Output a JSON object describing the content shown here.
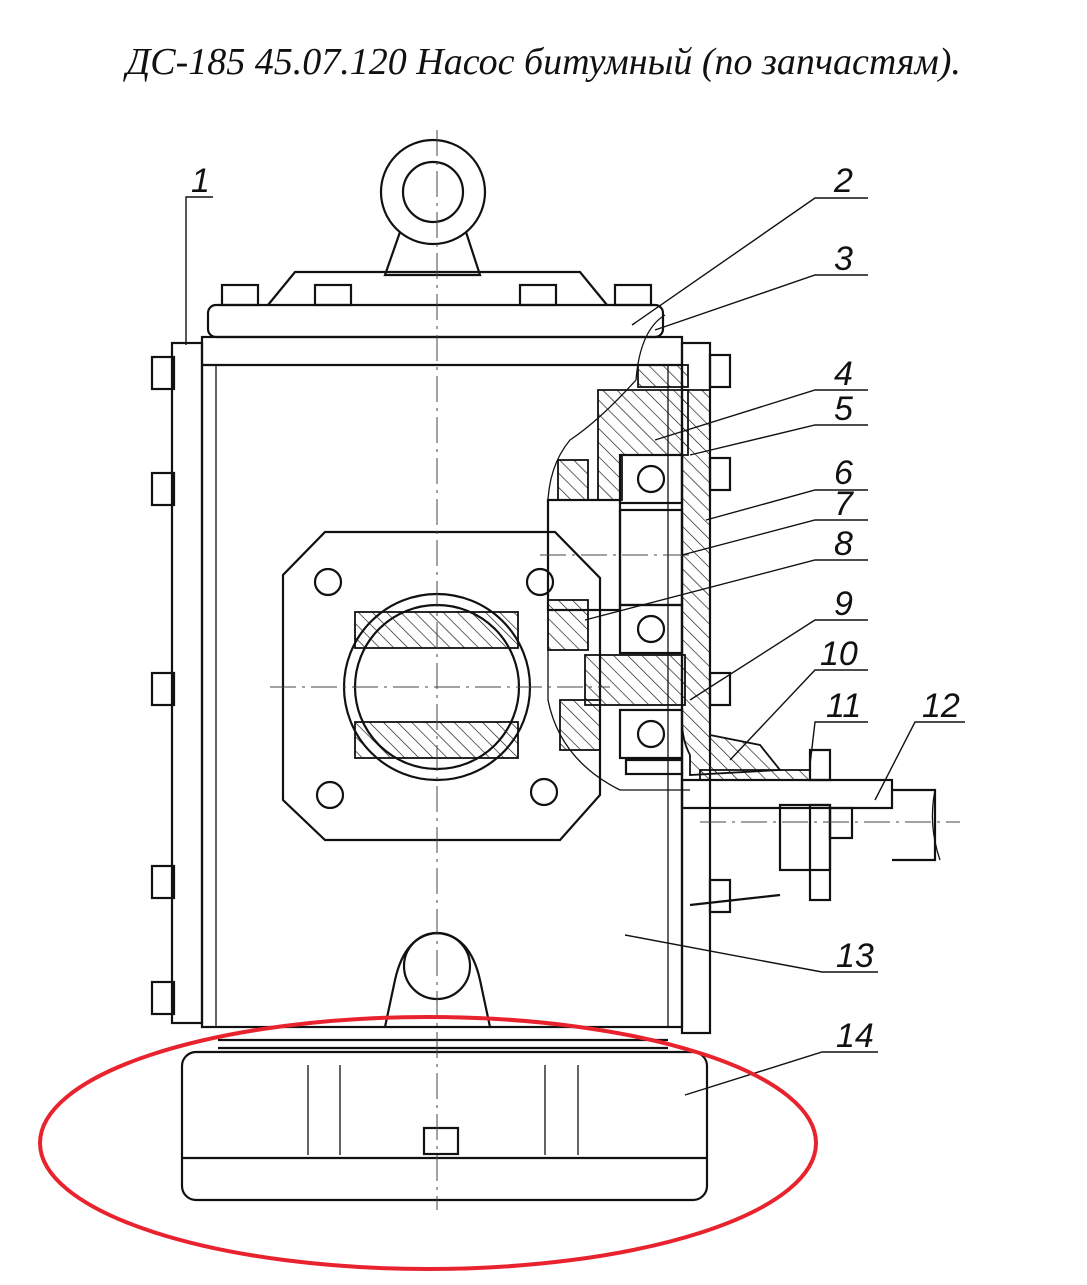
{
  "title": "ДС-185 45.07.120 Насос битумный (по запчастям).",
  "callouts": [
    "1",
    "2",
    "3",
    "4",
    "5",
    "6",
    "7",
    "8",
    "9",
    "10",
    "11",
    "12",
    "13",
    "14"
  ],
  "highlight_color": "#e8232e"
}
